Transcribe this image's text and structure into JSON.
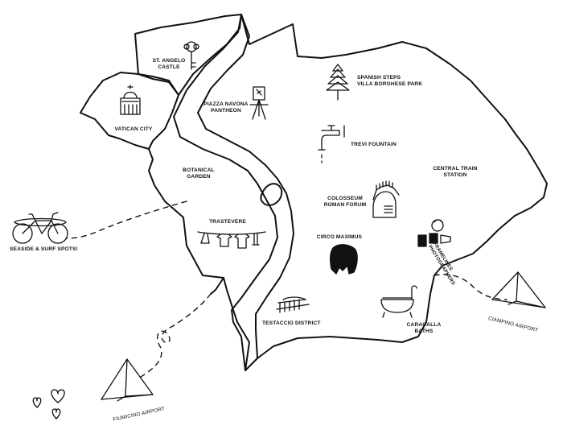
{
  "map": {
    "ink": "#111111",
    "background": "#ffffff",
    "labels": {
      "st_angelo": [
        "ST. ANGELO",
        "CASTLE"
      ],
      "vatican": [
        "VATICAN CITY"
      ],
      "piazza_navona": [
        "PIAZZA NAVONA",
        "PANTHEON"
      ],
      "spanish_steps": [
        "SPANISH STEPS",
        "VILLA BORGHESE PARK"
      ],
      "trevi": [
        "TREVI FOUNTAIN"
      ],
      "central_train": [
        "CENTRAL TRAIN",
        "STATION"
      ],
      "botanical": [
        "BOTANICAL",
        "GARDEN"
      ],
      "trastevere": [
        "TRASTEVERE"
      ],
      "colosseum": [
        "COLOSSEUM",
        "ROMAN FORUM"
      ],
      "circo": [
        "CIRCO MAXIMUS"
      ],
      "framelines": [
        "FRAMELINES",
        "PHOTOGRAPHERS"
      ],
      "seaside": [
        "SEASIDE  & SURF SPOTS!"
      ],
      "testaccio": [
        "TESTACCIO DISTRICT"
      ],
      "caracalla": [
        "CARACALLA",
        "BATHS"
      ],
      "ciampino": [
        "CIAMPINO AIRPORT"
      ],
      "fiumicino": [
        "FIUMICINO AIRPORT"
      ]
    },
    "icons": [
      "key-icon",
      "basilica-icon",
      "easel-icon",
      "pine-tree-icon",
      "faucet-icon",
      "gladiator-helmet-icon",
      "camera-crew-icon",
      "horse-head-icon",
      "bicycle-surfboard-icon",
      "laundry-line-icon",
      "bathtub-icon",
      "ruins-sketch-icon",
      "paper-plane-icon",
      "heart-icon"
    ]
  }
}
